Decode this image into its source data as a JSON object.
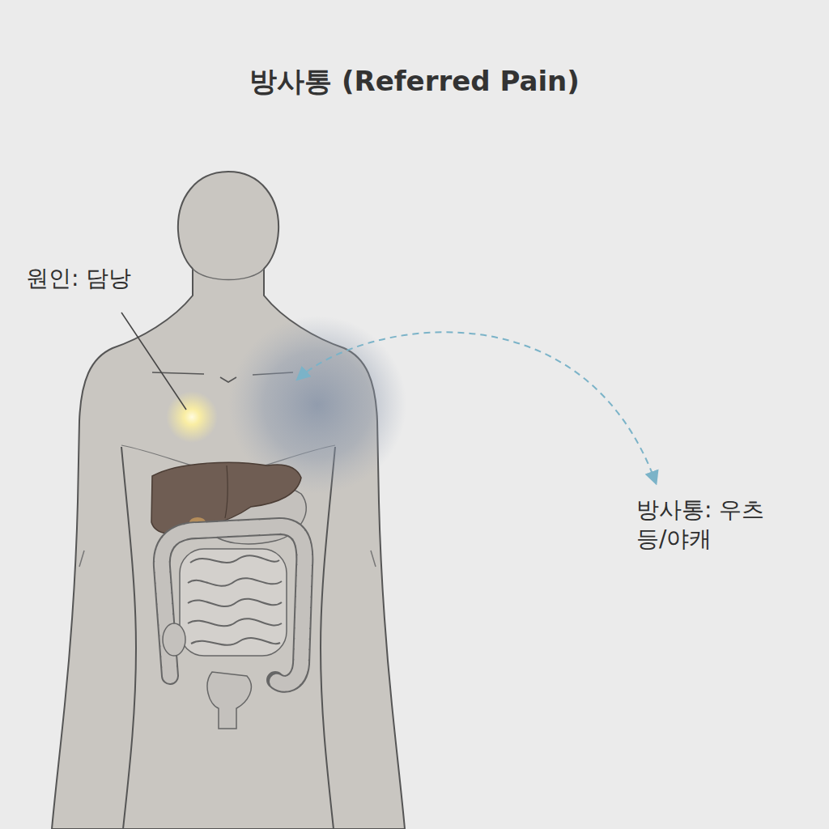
{
  "diagram": {
    "title": "방사통 (Referred Pain)",
    "labels": [
      "원인: 담낭",
      "방사통: 우츠 등/야캐"
    ]
  }
}
